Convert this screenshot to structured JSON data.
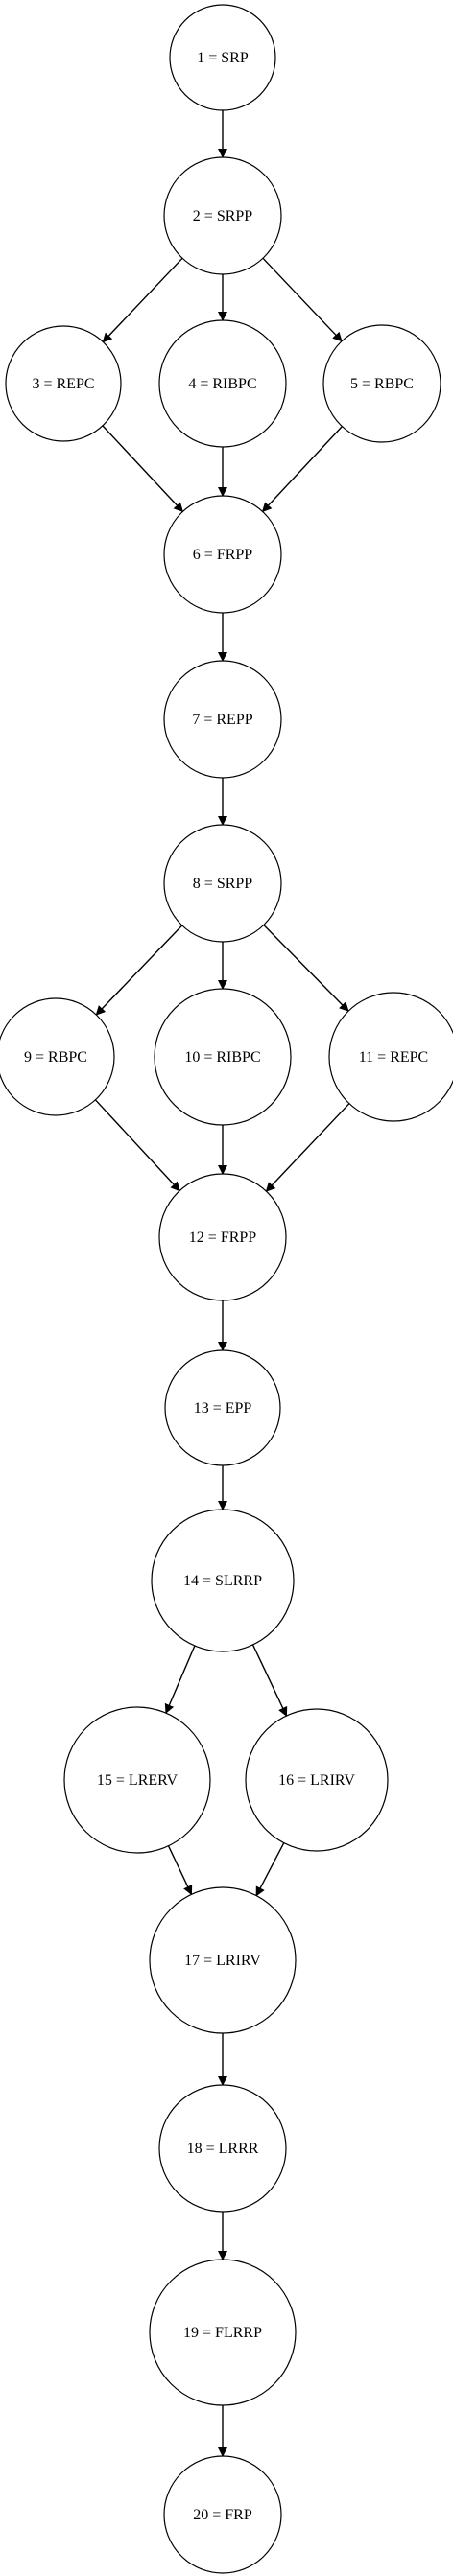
{
  "diagram": {
    "nodes": [
      {
        "id": 1,
        "label": "1 = SRP"
      },
      {
        "id": 2,
        "label": "2 = SRPP"
      },
      {
        "id": 3,
        "label": "3 = REPC"
      },
      {
        "id": 4,
        "label": "4 = RIBPC"
      },
      {
        "id": 5,
        "label": "5 = RBPC"
      },
      {
        "id": 6,
        "label": "6 = FRPP"
      },
      {
        "id": 7,
        "label": "7 = REPP"
      },
      {
        "id": 8,
        "label": "8 = SRPP"
      },
      {
        "id": 9,
        "label": "9 = RBPC"
      },
      {
        "id": 10,
        "label": "10 = RIBPC"
      },
      {
        "id": 11,
        "label": "11 = REPC"
      },
      {
        "id": 12,
        "label": "12 = FRPP"
      },
      {
        "id": 13,
        "label": "13 = EPP"
      },
      {
        "id": 14,
        "label": "14 = SLRRP"
      },
      {
        "id": 15,
        "label": "15 = LRERV"
      },
      {
        "id": 16,
        "label": "16 = LRIRV"
      },
      {
        "id": 17,
        "label": "17 = LRIRV"
      },
      {
        "id": 18,
        "label": "18 = LRRR"
      },
      {
        "id": 19,
        "label": "19 = FLRRP"
      },
      {
        "id": 20,
        "label": "20 = FRP"
      }
    ],
    "edges": [
      [
        1,
        2
      ],
      [
        2,
        3
      ],
      [
        2,
        4
      ],
      [
        2,
        5
      ],
      [
        3,
        6
      ],
      [
        4,
        6
      ],
      [
        5,
        6
      ],
      [
        6,
        7
      ],
      [
        7,
        8
      ],
      [
        8,
        9
      ],
      [
        8,
        10
      ],
      [
        8,
        11
      ],
      [
        9,
        12
      ],
      [
        10,
        12
      ],
      [
        11,
        12
      ],
      [
        12,
        13
      ],
      [
        13,
        14
      ],
      [
        14,
        15
      ],
      [
        14,
        16
      ],
      [
        15,
        17
      ],
      [
        16,
        17
      ],
      [
        17,
        18
      ],
      [
        18,
        19
      ],
      [
        19,
        20
      ]
    ]
  }
}
